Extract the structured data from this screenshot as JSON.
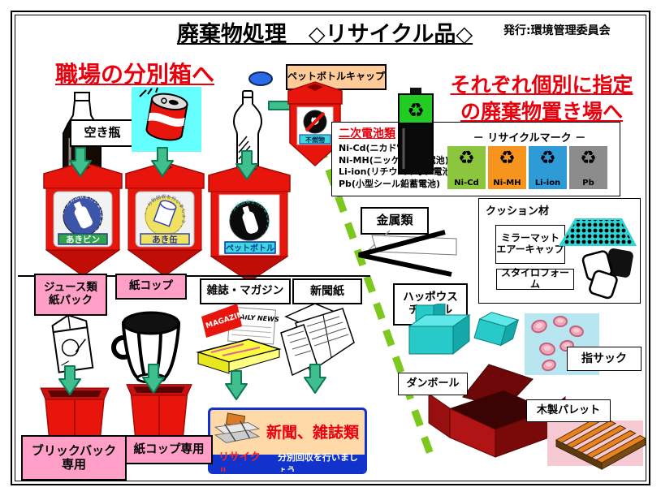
{
  "header": {
    "title": "廃棄物処理　◇リサイクル品◇",
    "issuer": "発行:環境管理委員会"
  },
  "headings": {
    "workplace": "職場の分別箱へ",
    "individual_line1": "それぞれ個別に指定",
    "individual_line2": "の廃棄物置き場へ"
  },
  "workplace": {
    "empty_bottle": "空き瓶",
    "pet_cap": "ペットボトルキャップ",
    "small_bin_sticker": "不燃物",
    "bins": [
      {
        "sticker": "あきビン",
        "ring": "・・分別回収を行いましょう・・"
      },
      {
        "sticker": "あき缶",
        "ring": "・・分別回収を行いましょう・・"
      },
      {
        "sticker": "ペットボトル",
        "ring": "・・分別回収を行いましょう・・"
      }
    ]
  },
  "battery": {
    "title": "二次電池類",
    "items": [
      "Ni-Cd(ニカド電池)",
      "Ni-MH(ニッケル水素電池)",
      "Li-ion(リチウムイオン電池)",
      "Pb(小型シール鉛蓄電池)"
    ],
    "mark_title": "－ リサイクルマーク －",
    "recycle_glyph": "♻",
    "marks": [
      {
        "label": "Ni-Cd",
        "color": "#8CC63F"
      },
      {
        "label": "Ni-MH",
        "color": "#F7941D"
      },
      {
        "label": "Li-ion",
        "color": "#2E9BD6"
      },
      {
        "label": "Pb",
        "color": "#8C8C8C"
      }
    ]
  },
  "right_side": {
    "metal": "金属類",
    "cushion_title": "クッション材",
    "cushion_item1_line1": "ミラーマット",
    "cushion_item1_line2": "エアーキャップ",
    "cushion_item2": "スタイロフォーム",
    "styrofoam_line1": "ハッポウス",
    "styrofoam_line2": "チロール",
    "finger_cot": "指サック",
    "cardboard": "ダンボール",
    "wooden_pallet": "木製パレット"
  },
  "paper": {
    "juice_line1": "ジュース類",
    "juice_line2": "紙パック",
    "cup": "紙コップ",
    "magazine": "雑誌・マガジン",
    "newspaper": "新聞紙",
    "brick_line1": "ブリックバック",
    "brick_line2": "専用",
    "cup_bin": "紙コップ専用"
  },
  "news_box": {
    "title": "新聞、雑誌類",
    "recycle": "リサイクル",
    "slogan": "分別回収を行いましょう"
  },
  "artwork": {
    "magazine_flag": "MAGAZINE",
    "newspaper_head": "DAILY NEWS"
  },
  "colors": {
    "accent_red": "#E8000D",
    "bin_red": "#E8150C",
    "arrow_green": "#3FBE8E",
    "dash_green": "#7CC81E",
    "label_pink": "#FF9FC8",
    "label_peach": "#FFCC99",
    "news_box_blue": "#1133CC",
    "foam_cyan": "#27C9C9"
  }
}
